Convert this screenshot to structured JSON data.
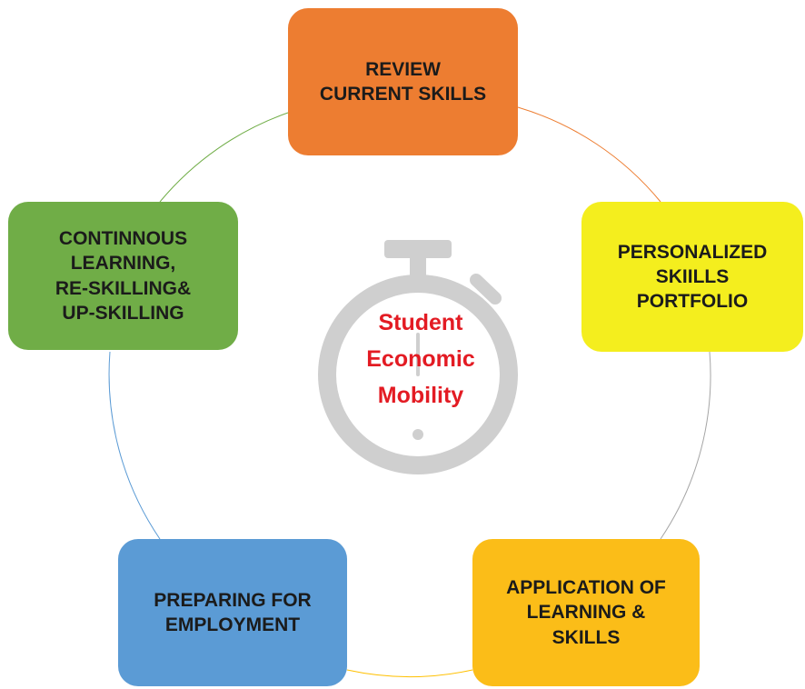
{
  "center": {
    "lines": [
      "Student",
      "Economic",
      "Mobility"
    ],
    "color": "#e31b23",
    "icon": "stopwatch-icon",
    "icon_color": "#cfcfcf"
  },
  "nodes": [
    {
      "id": "review",
      "label": "REVIEW\nCURRENT SKILLS",
      "fill": "#ed7d31"
    },
    {
      "id": "portfolio",
      "label": "PERSONALIZED\nSKIILLS\nPORTFOLIO",
      "fill": "#f4ee1e"
    },
    {
      "id": "apply",
      "label": "APPLICATION OF\nLEARNING &\nSKILLS",
      "fill": "#fbbd18"
    },
    {
      "id": "prep",
      "label": "PREPARING FOR\nEMPLOYMENT",
      "fill": "#5b9bd5"
    },
    {
      "id": "learn",
      "label": "CONTINNOUS\nLEARNING,\nRE-SKILLING&\nUP-SKILLING",
      "fill": "#70ad47"
    }
  ],
  "connector_colors": {
    "review_to_portfolio": "#ed7d31",
    "portfolio_to_apply": "#a5a5a5",
    "apply_to_prep": "#ffc000",
    "prep_to_learn": "#5b9bd5",
    "learn_to_review": "#70ad47"
  }
}
